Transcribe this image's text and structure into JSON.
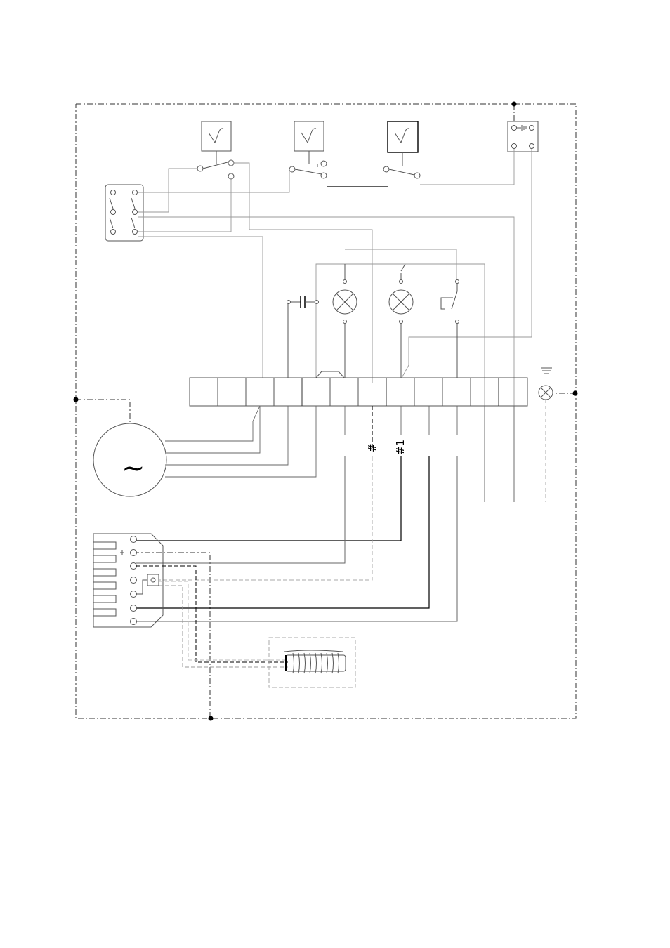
{
  "diagram": {
    "colors": {
      "background": "#ffffff",
      "heavy_wire": "#000000",
      "light_wire": "#aaaaaa",
      "component": "#555555",
      "frame": "#333333"
    },
    "labels": {
      "wire_label_hash": "#",
      "wire_label_hash1": "#1",
      "motor_symbol": "~"
    },
    "components": [
      "thermostat-1",
      "thermostat-2",
      "thermostat-3",
      "pressure-switch",
      "rocker-switch",
      "capacitor",
      "indicator-lamp-1",
      "indicator-lamp-2",
      "door-switch",
      "terminal-block",
      "ground-lamp",
      "motor",
      "heater-element",
      "heating-coil"
    ]
  }
}
